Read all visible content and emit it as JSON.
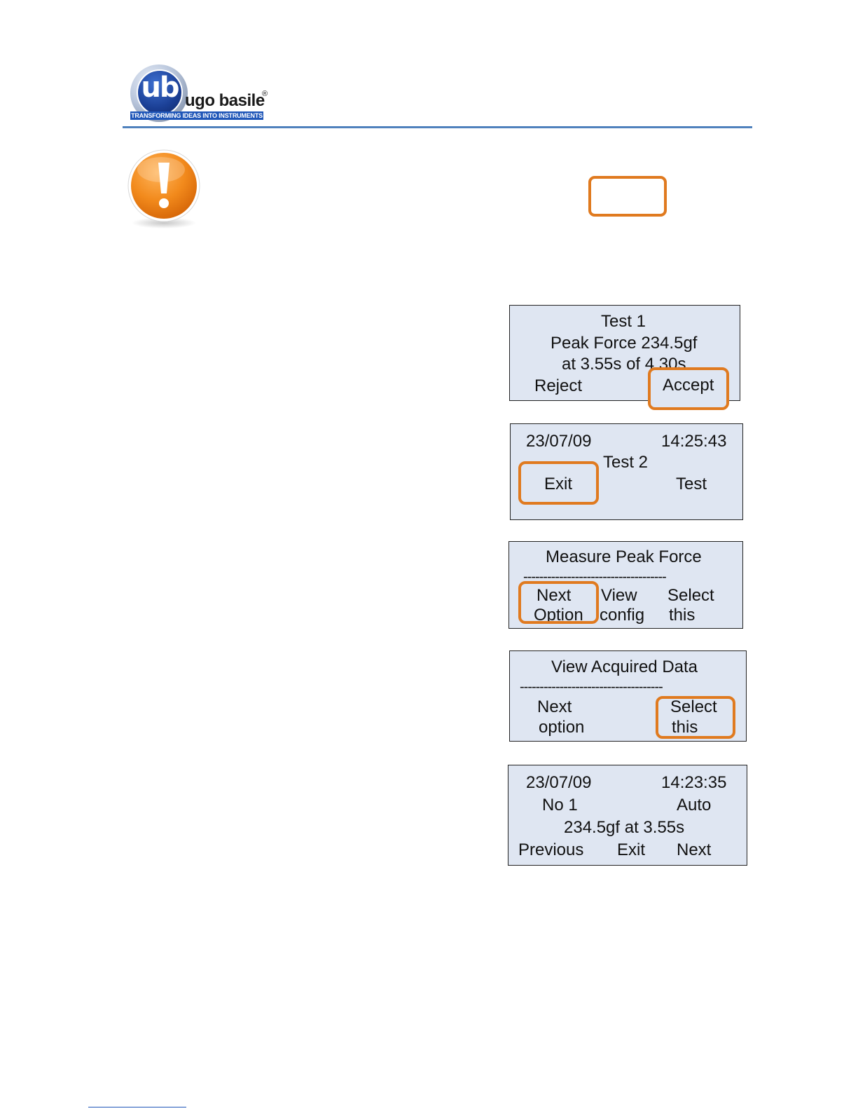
{
  "header": {
    "logo_mark": "ub",
    "logo_name": "ugo basile",
    "logo_registered": "®",
    "logo_tagline": "TRANSFORMING IDEAS INTO INSTRUMENTS",
    "rule_color": "#4f81bd"
  },
  "warning": {
    "icon": "exclamation-warning-icon",
    "color": "#f39325"
  },
  "highlight_color": "#e07a1f",
  "lcd_background": "#dfe6f2",
  "screens": {
    "test_result": {
      "line1": "Test 1",
      "line2": "Peak Force 234.5gf",
      "line3": "at 3.55s of 4.30s",
      "left_key": "Reject",
      "right_key": "Accept"
    },
    "test_ready": {
      "date": "23/07/09",
      "time": "14:25:43",
      "title": "Test 2",
      "left_key": "Exit",
      "right_key": "Test"
    },
    "measure_menu": {
      "title": "Measure Peak Force",
      "divider": "------------------------------------",
      "key1_line1": "Next",
      "key1_line2": "Option",
      "key2_line1": "View",
      "key2_line2": "config",
      "key3_line1": "Select",
      "key3_line2": "this"
    },
    "view_data_menu": {
      "title": "View Acquired Data",
      "divider": "------------------------------------",
      "key1_line1": "Next",
      "key1_line2": "option",
      "key3_line1": "Select",
      "key3_line2": "this"
    },
    "data_record": {
      "date": "23/07/09",
      "time": "14:23:35",
      "number": "No 1",
      "mode": "Auto",
      "result": "234.5gf at 3.55s",
      "key1": "Previous",
      "key2": "Exit",
      "key3": "Next"
    }
  }
}
